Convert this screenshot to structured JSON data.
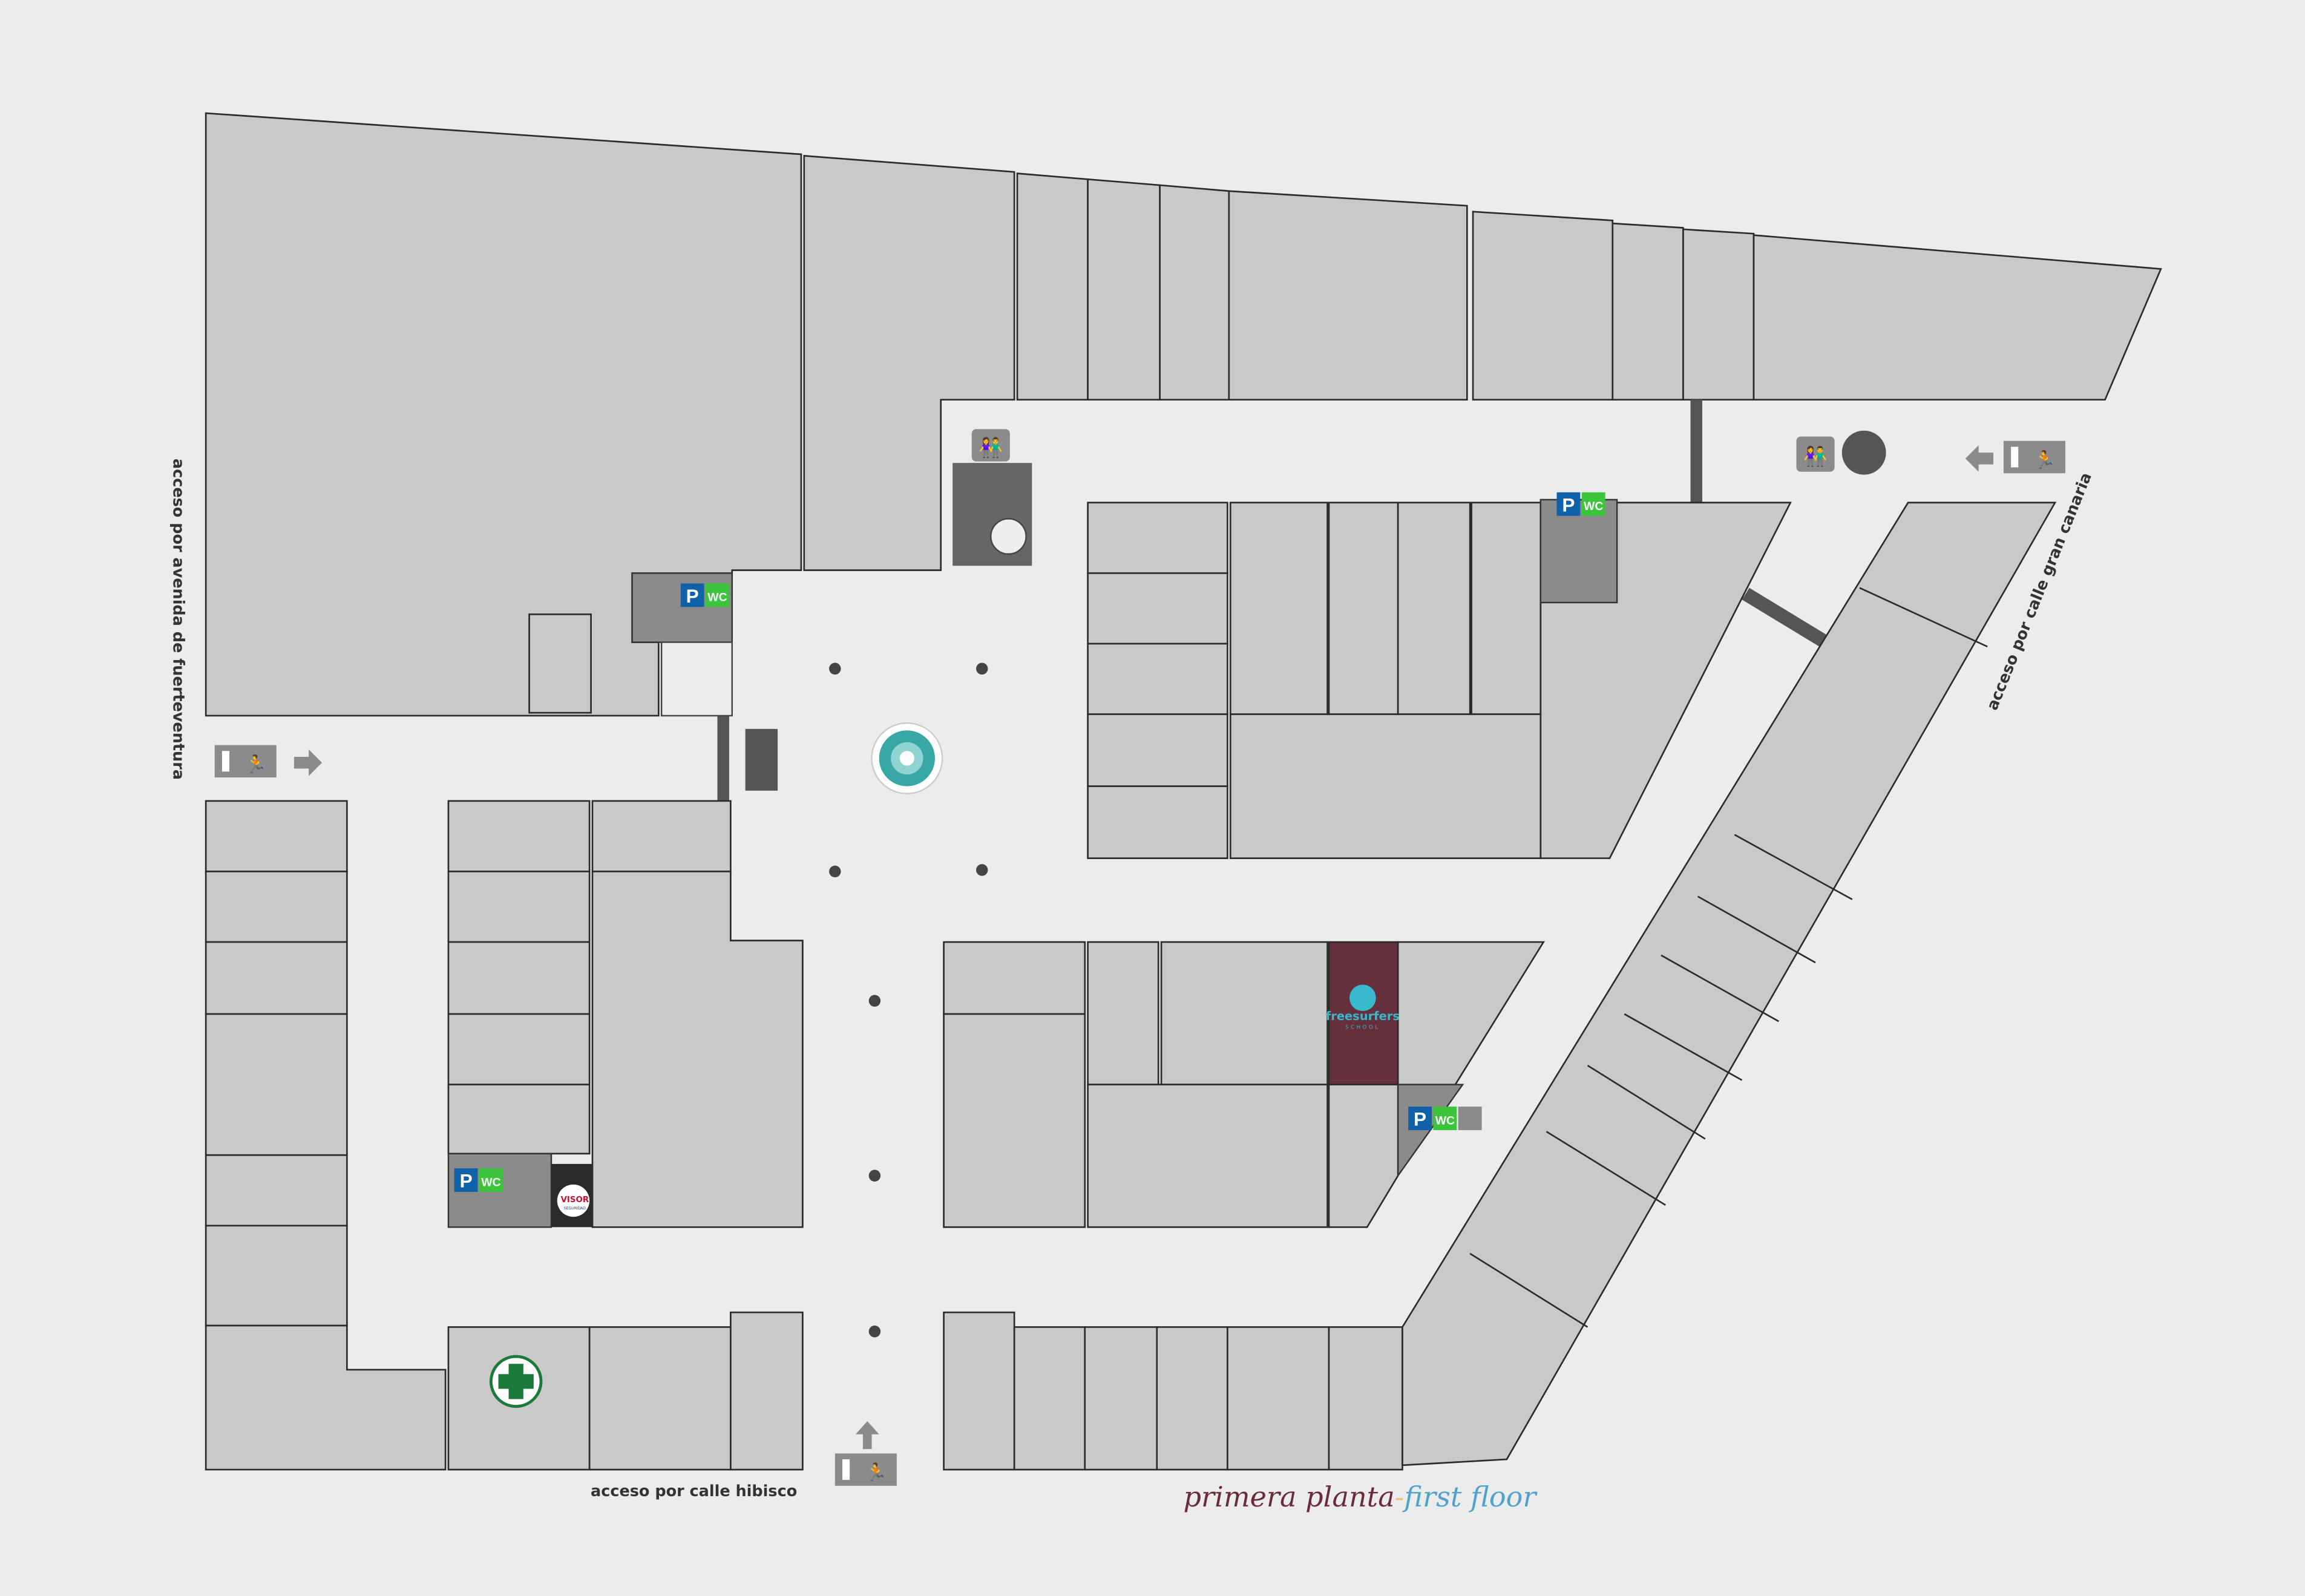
{
  "map_title": {
    "spanish": "primera planta",
    "separator": "-",
    "english": "first floor"
  },
  "colors": {
    "title_es": "#6a2c39",
    "title_en": "#4fa3cc",
    "separator": "#e6c27a",
    "store": "#c8c9c8",
    "background": "#ececec",
    "highlight_store": "#652f3b",
    "parking": "#0f62a8",
    "wc": "#3cc43c"
  },
  "access_labels": {
    "west": "acceso por avenida de fuerteventura",
    "south": "acceso por calle hibisco",
    "east": "acceso por calle gran canaria"
  },
  "signs": {
    "parking": "P",
    "wc": "WC"
  },
  "stores": [
    {
      "name": "freesurfers",
      "subtitle": "SCHOOL"
    },
    {
      "name": "VISOR",
      "subtitle": "SEGURIDAD"
    }
  ],
  "icons": [
    "exit-icon",
    "arrow-icon",
    "parking-icon",
    "wc-icon",
    "stairs-icon",
    "elevator-icon",
    "fountain-icon",
    "pharmacy-cross-icon",
    "kids-play-icon",
    "umbrella-icon"
  ]
}
